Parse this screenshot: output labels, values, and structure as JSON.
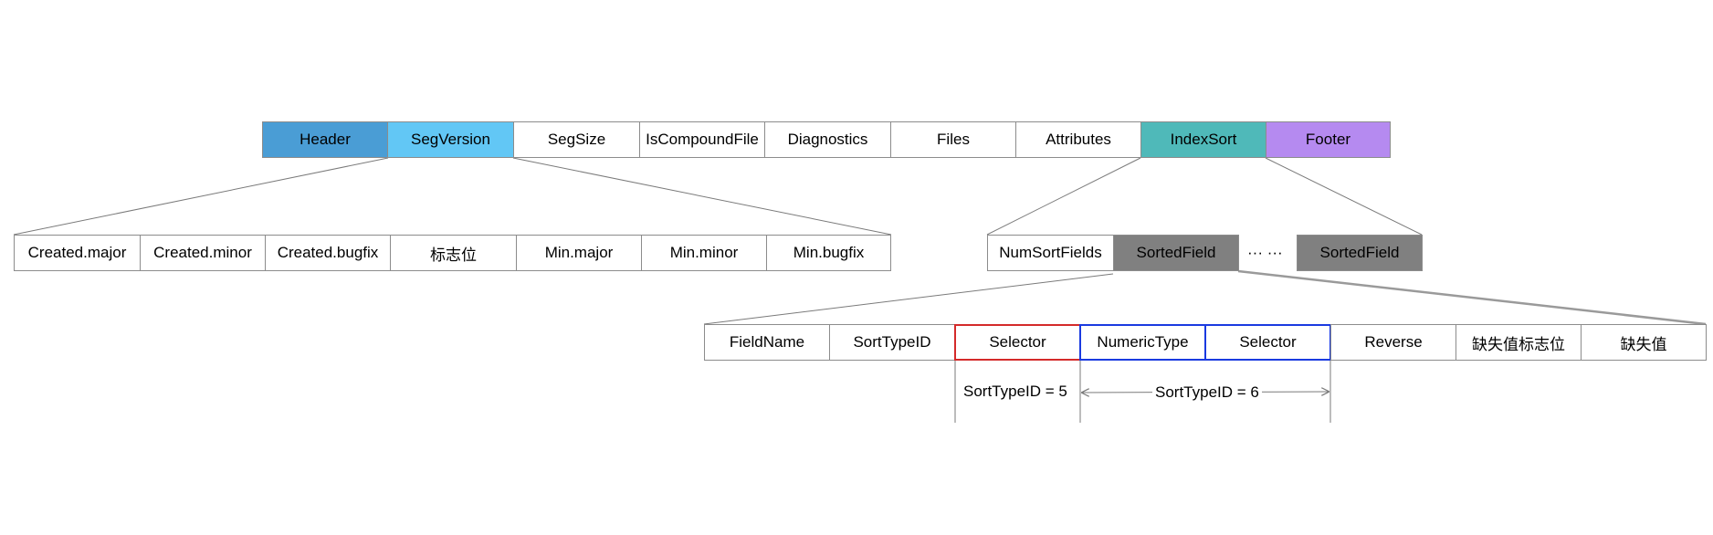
{
  "top_row": [
    "Header",
    "SegVersion",
    "SegSize",
    "IsCompoundFile",
    "Diagnostics",
    "Files",
    "Attributes",
    "IndexSort",
    "Footer"
  ],
  "segversion_row": [
    "Created.major",
    "Created.minor",
    "Created.bugfix",
    "标志位",
    "Min.major",
    "Min.minor",
    "Min.bugfix"
  ],
  "indexsort_row": {
    "num_sort_fields": "NumSortFields",
    "sorted_field": "SortedField",
    "ellipsis": "··· ···",
    "sorted_field_last": "SortedField"
  },
  "sortedfield_row": [
    "FieldName",
    "SortTypeID",
    "Selector",
    "NumericType",
    "Selector",
    "Reverse",
    "缺失值标志位",
    "缺失值"
  ],
  "annotations": {
    "sort_type_5": "SortTypeID = 5",
    "sort_type_6": "SortTypeID = 6"
  },
  "colors": {
    "header": "#4a9dd5",
    "segversion": "#62c7f5",
    "indexsort": "#4fb9b9",
    "footer": "#b58af0",
    "sortedfield": "#808080",
    "selector_red": "#d42a2a",
    "selector_blue": "#1a3ae0"
  }
}
